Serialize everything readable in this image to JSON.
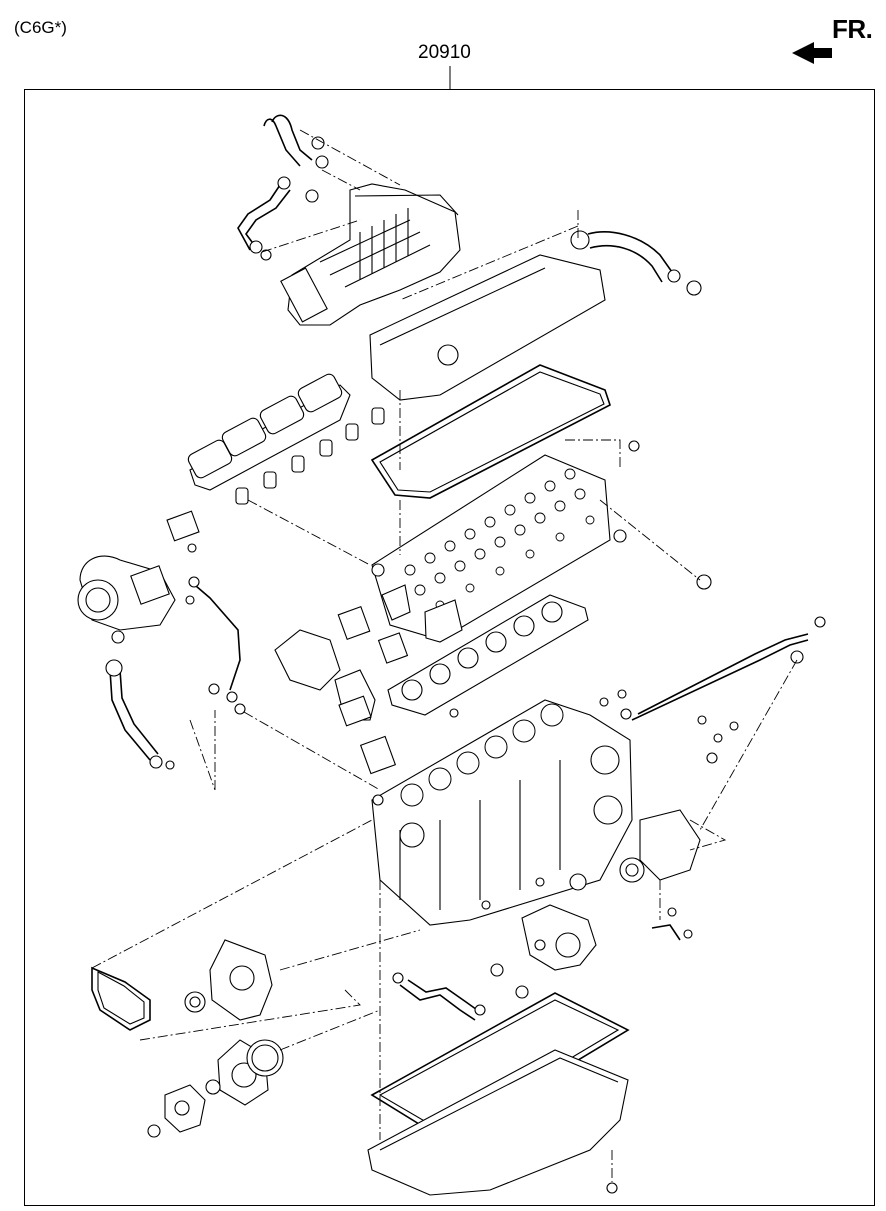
{
  "header": {
    "variant_code": "(C6G*)",
    "part_number": "20910",
    "direction_label": "FR."
  },
  "diagram": {
    "line_color": "#000000",
    "background": "#ffffff"
  }
}
